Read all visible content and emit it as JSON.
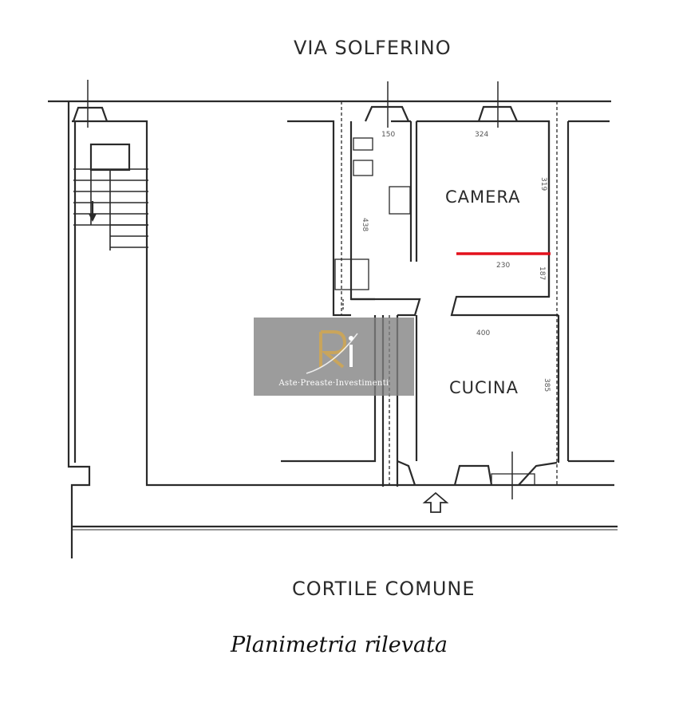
{
  "streets": {
    "top": "VIA SOLFERINO",
    "bottom": "CORTILE COMUNE"
  },
  "rooms": {
    "camera": "CAMERA",
    "cucina": "CUCINA"
  },
  "dimensions": {
    "bath_width": "150",
    "camera_width": "324",
    "camera_height": "319",
    "bath_height": "438",
    "partition_length": "230",
    "partition_side": "187",
    "cucina_width": "400",
    "cucina_height": "385"
  },
  "caption": "Planimetria rilevata",
  "watermark": {
    "logo_letters": "Ri",
    "tagline": "Aste·Preaste·Investimenti"
  },
  "colors": {
    "walls": "#2a2a2a",
    "highlight": "#e3111c",
    "watermark_bg": "#8c8c8c",
    "logo_gold": "#c9a55c"
  }
}
